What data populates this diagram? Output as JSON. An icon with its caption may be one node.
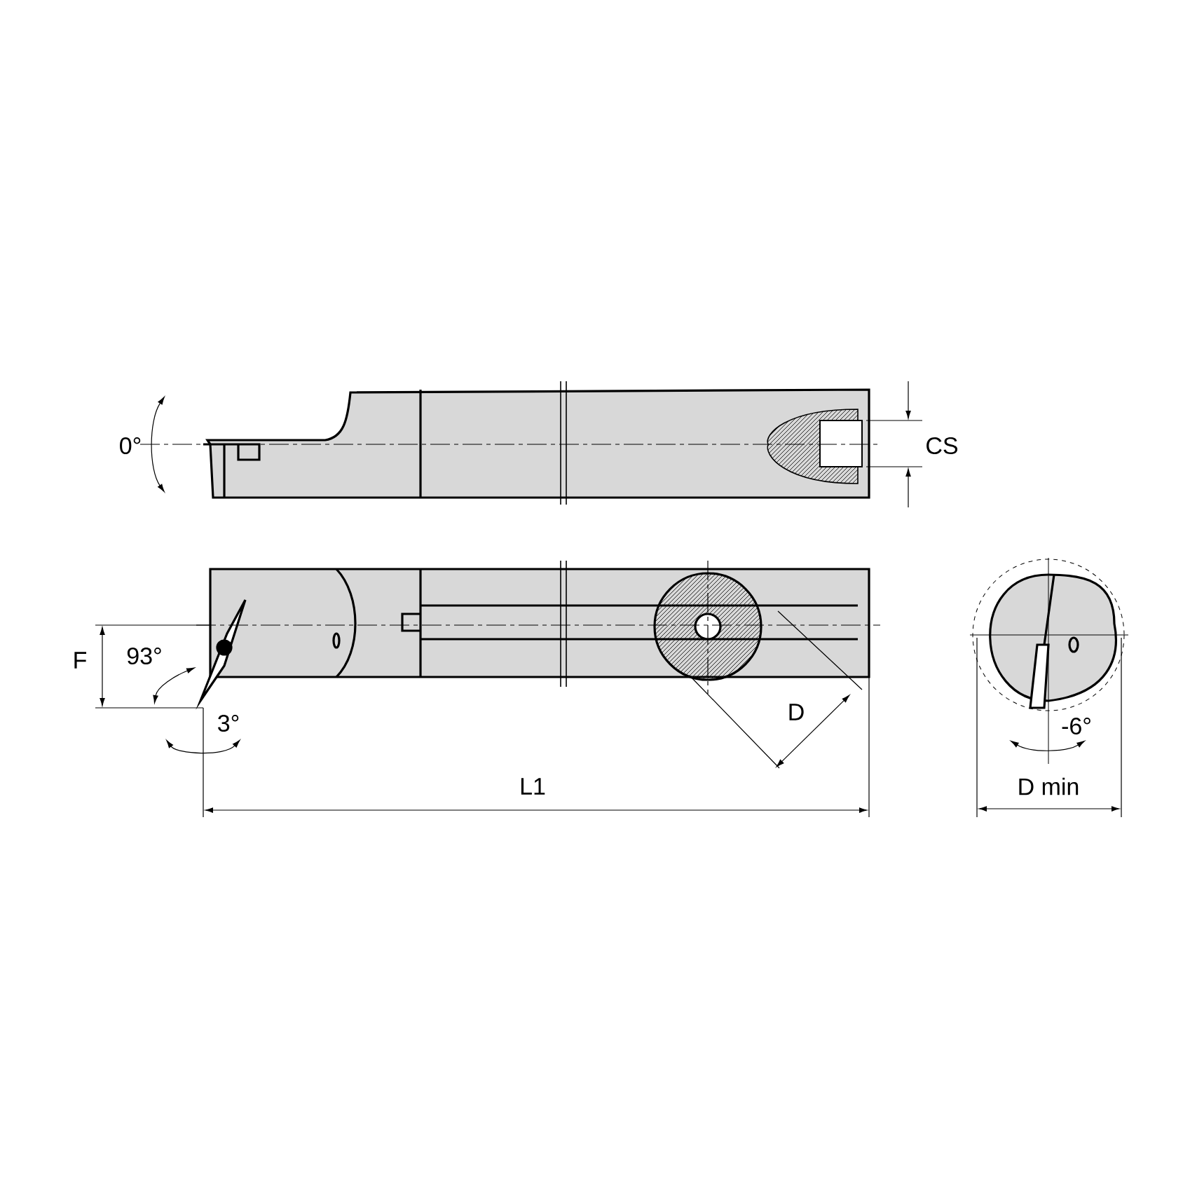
{
  "diagram": {
    "labels": [
      "0°",
      "CS",
      "F",
      "93°",
      "3°",
      "D",
      "L1",
      "-6°",
      "D min"
    ]
  }
}
